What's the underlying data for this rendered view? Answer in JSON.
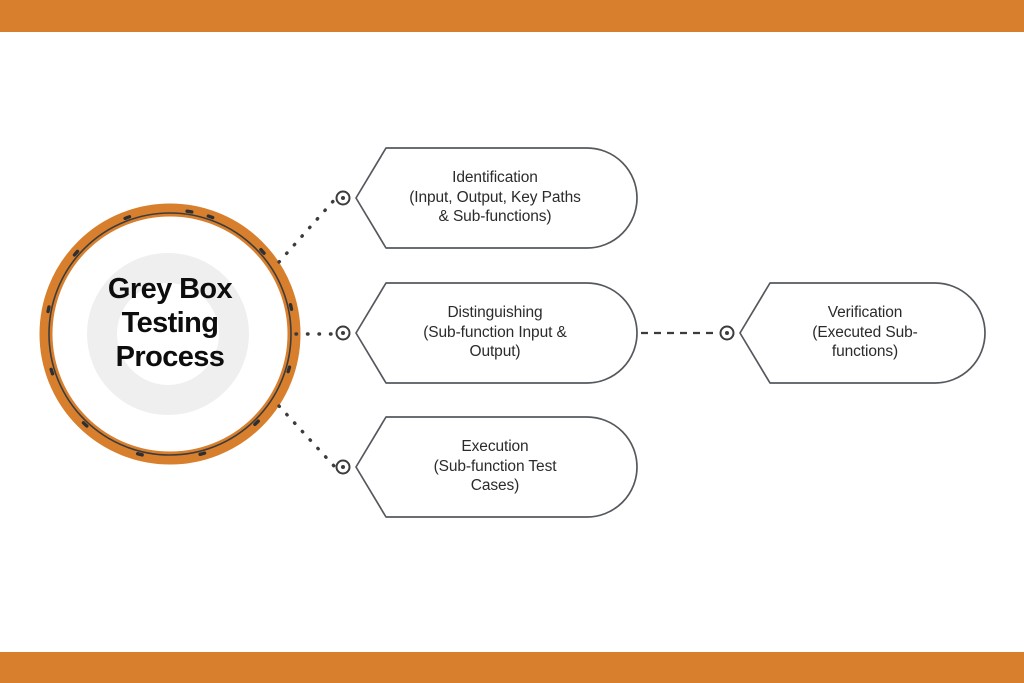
{
  "theme": {
    "accent_color": "#d87f2e",
    "background_color": "#ffffff",
    "outline_color": "#55595e",
    "text_color": "#2b2b2b",
    "hub_text_color": "#0d0d0d",
    "watermark_color": "#efefef"
  },
  "hub": {
    "title": "Grey Box\nTesting\nProcess",
    "title_lines": [
      "Grey Box",
      "Testing",
      "Process"
    ]
  },
  "nodes": [
    {
      "id": "identification",
      "label": "Identification\n(Input, Output, Key Paths\n& Sub-functions)",
      "lines": [
        "Identification",
        "(Input, Output, Key Paths",
        "& Sub-functions)"
      ]
    },
    {
      "id": "distinguishing",
      "label": "Distinguishing\n(Sub-function Input &\nOutput)",
      "lines": [
        "Distinguishing",
        "(Sub-function Input &",
        "Output)"
      ]
    },
    {
      "id": "execution",
      "label": "Execution\n(Sub-function Test\nCases)",
      "lines": [
        "Execution",
        "(Sub-function Test",
        "Cases)"
      ]
    },
    {
      "id": "verification",
      "label": "Verification\n(Executed Sub-\nfunctions)",
      "lines": [
        "Verification",
        "(Executed Sub-",
        "functions)"
      ]
    }
  ],
  "connectors": [
    {
      "id": "hub-to-identification",
      "style": "dotted"
    },
    {
      "id": "hub-to-distinguishing",
      "style": "dotted"
    },
    {
      "id": "hub-to-execution",
      "style": "dotted"
    },
    {
      "id": "distinguishing-to-verification",
      "style": "dashed"
    }
  ]
}
